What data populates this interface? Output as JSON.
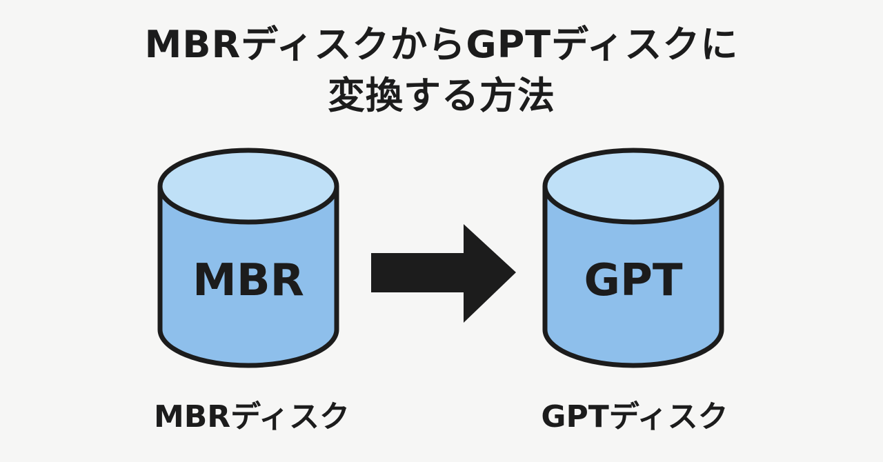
{
  "title": {
    "line1": "MBRディスクからGPTディスクに",
    "line2": "変換する方法"
  },
  "source_disk": {
    "label": "MBR",
    "caption": "MBRディスク"
  },
  "target_disk": {
    "label": "GPT",
    "caption": "GPTディスク"
  },
  "colors": {
    "background": "#f6f6f5",
    "disk_body": "#8ebfeb",
    "disk_top": "#bfe0f7",
    "outline": "#1c1c1c",
    "arrow": "#1c1c1c"
  }
}
